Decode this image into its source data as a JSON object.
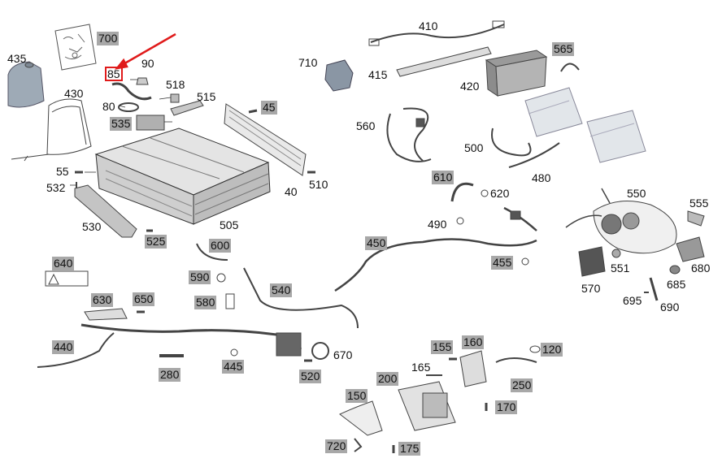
{
  "highlight": {
    "part": "85",
    "color": "#e01b1b"
  },
  "labels": [
    {
      "id": "700",
      "text": "700",
      "shaded": true
    },
    {
      "id": "435",
      "text": "435",
      "shaded": false
    },
    {
      "id": "90",
      "text": "90",
      "shaded": false
    },
    {
      "id": "85",
      "text": "85",
      "shaded": false,
      "highlight": true
    },
    {
      "id": "518",
      "text": "518",
      "shaded": false
    },
    {
      "id": "430",
      "text": "430",
      "shaded": false
    },
    {
      "id": "80",
      "text": "80",
      "shaded": false
    },
    {
      "id": "515",
      "text": "515",
      "shaded": false
    },
    {
      "id": "535",
      "text": "535",
      "shaded": true
    },
    {
      "id": "45",
      "text": "45",
      "shaded": true
    },
    {
      "id": "710",
      "text": "710",
      "shaded": false
    },
    {
      "id": "410",
      "text": "410",
      "shaded": false
    },
    {
      "id": "415",
      "text": "415",
      "shaded": false
    },
    {
      "id": "420",
      "text": "420",
      "shaded": false
    },
    {
      "id": "565",
      "text": "565",
      "shaded": true
    },
    {
      "id": "560",
      "text": "560",
      "shaded": false
    },
    {
      "id": "500",
      "text": "500",
      "shaded": false
    },
    {
      "id": "480",
      "text": "480",
      "shaded": false
    },
    {
      "id": "55",
      "text": "55",
      "shaded": false
    },
    {
      "id": "532",
      "text": "532",
      "shaded": false
    },
    {
      "id": "40",
      "text": "40",
      "shaded": false
    },
    {
      "id": "510",
      "text": "510",
      "shaded": false
    },
    {
      "id": "610",
      "text": "610",
      "shaded": true
    },
    {
      "id": "620",
      "text": "620",
      "shaded": false
    },
    {
      "id": "550",
      "text": "550",
      "shaded": false
    },
    {
      "id": "555",
      "text": "555",
      "shaded": false
    },
    {
      "id": "530",
      "text": "530",
      "shaded": false
    },
    {
      "id": "505",
      "text": "505",
      "shaded": false
    },
    {
      "id": "490",
      "text": "490",
      "shaded": false
    },
    {
      "id": "525",
      "text": "525",
      "shaded": true
    },
    {
      "id": "600",
      "text": "600",
      "shaded": true
    },
    {
      "id": "450",
      "text": "450",
      "shaded": true
    },
    {
      "id": "640",
      "text": "640",
      "shaded": true
    },
    {
      "id": "590",
      "text": "590",
      "shaded": true
    },
    {
      "id": "455",
      "text": "455",
      "shaded": true
    },
    {
      "id": "551",
      "text": "551",
      "shaded": false
    },
    {
      "id": "680",
      "text": "680",
      "shaded": false
    },
    {
      "id": "540",
      "text": "540",
      "shaded": true
    },
    {
      "id": "685",
      "text": "685",
      "shaded": false
    },
    {
      "id": "570",
      "text": "570",
      "shaded": false
    },
    {
      "id": "630",
      "text": "630",
      "shaded": true
    },
    {
      "id": "650",
      "text": "650",
      "shaded": true
    },
    {
      "id": "580",
      "text": "580",
      "shaded": true
    },
    {
      "id": "695",
      "text": "695",
      "shaded": false
    },
    {
      "id": "690",
      "text": "690",
      "shaded": false
    },
    {
      "id": "440",
      "text": "440",
      "shaded": true
    },
    {
      "id": "670",
      "text": "670",
      "shaded": false
    },
    {
      "id": "160",
      "text": "160",
      "shaded": true
    },
    {
      "id": "155",
      "text": "155",
      "shaded": true
    },
    {
      "id": "120",
      "text": "120",
      "shaded": true
    },
    {
      "id": "445",
      "text": "445",
      "shaded": true
    },
    {
      "id": "165",
      "text": "165",
      "shaded": false
    },
    {
      "id": "280",
      "text": "280",
      "shaded": true
    },
    {
      "id": "520",
      "text": "520",
      "shaded": true
    },
    {
      "id": "200",
      "text": "200",
      "shaded": true
    },
    {
      "id": "250",
      "text": "250",
      "shaded": true
    },
    {
      "id": "150",
      "text": "150",
      "shaded": true
    },
    {
      "id": "170",
      "text": "170",
      "shaded": true
    },
    {
      "id": "720",
      "text": "720",
      "shaded": true
    },
    {
      "id": "175",
      "text": "175",
      "shaded": true
    }
  ]
}
